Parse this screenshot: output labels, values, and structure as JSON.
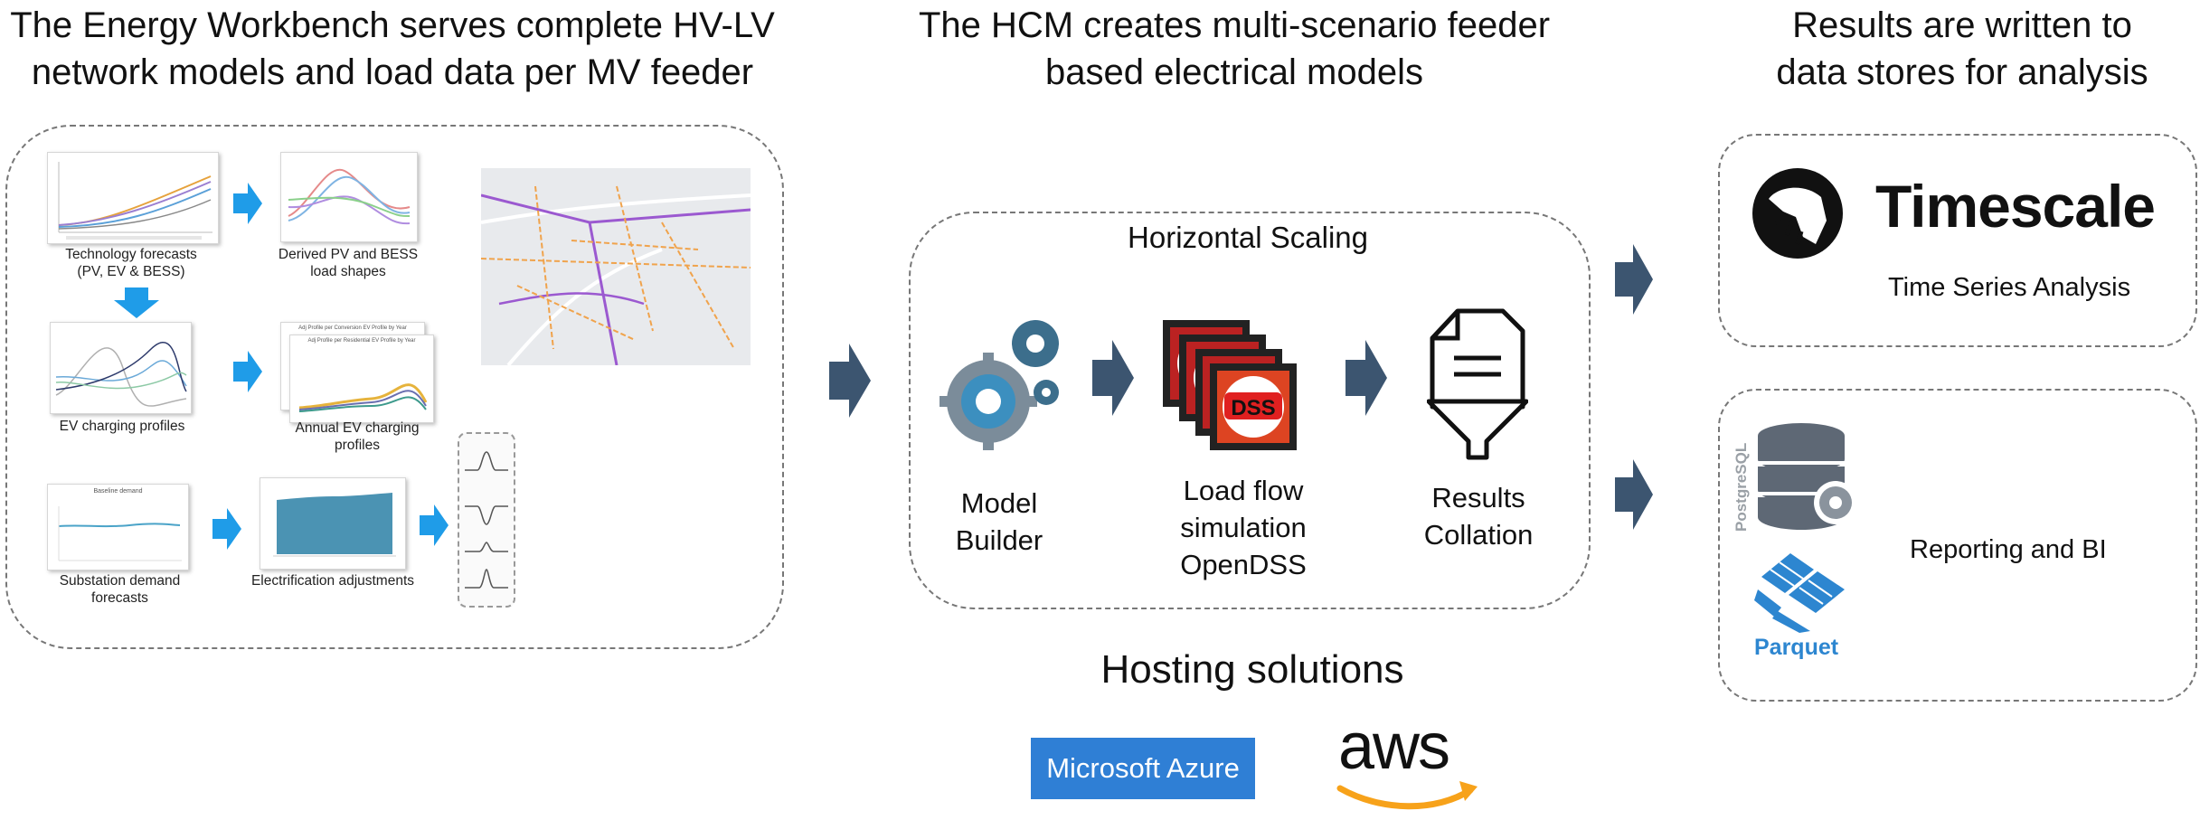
{
  "headings": {
    "left": "The Energy Workbench serves complete HV-LV\nnetwork models and load data per MV feeder",
    "middle": "The HCM creates multi-scenario feeder\nbased electrical models",
    "right": "Results are written to\ndata stores for analysis"
  },
  "workbench": {
    "technology_forecasts": "Technology forecasts\n(PV, EV & BESS)",
    "derived_shapes": "Derived PV and BESS\nload shapes",
    "ev_charging": "EV charging profiles",
    "annual_ev": "Annual EV charging\nprofiles",
    "substation_demand": "Substation demand\nforecasts",
    "electrification": "Electrification adjustments",
    "baseline_title": "Baseline demand",
    "ev_title_back": "Adj Profile per Conversion EV Profile by Year",
    "ev_title_front": "Adj Profile per Residential EV Profile by Year"
  },
  "hcm": {
    "scaling_title": "Horizontal Scaling",
    "model_builder": "Model\nBuilder",
    "load_flow": "Load flow\nsimulation\nOpenDSS",
    "results_collation": "Results\nCollation",
    "dss_label": "DSS"
  },
  "hosting": {
    "title": "Hosting solutions",
    "azure": "Microsoft Azure",
    "aws": "aws"
  },
  "results": {
    "timescale": "Timescale",
    "time_series": "Time Series Analysis",
    "postgres": "PostgreSQL",
    "parquet": "Parquet",
    "reporting": "Reporting and BI"
  },
  "colors": {
    "blue_arrow": "#1f9ce8",
    "navy_arrow": "#3c5570",
    "azure": "#2f7fd5",
    "aws_smile": "#f7a21a",
    "gear_blue": "#3c8fbf",
    "db_gray": "#5e6875"
  }
}
